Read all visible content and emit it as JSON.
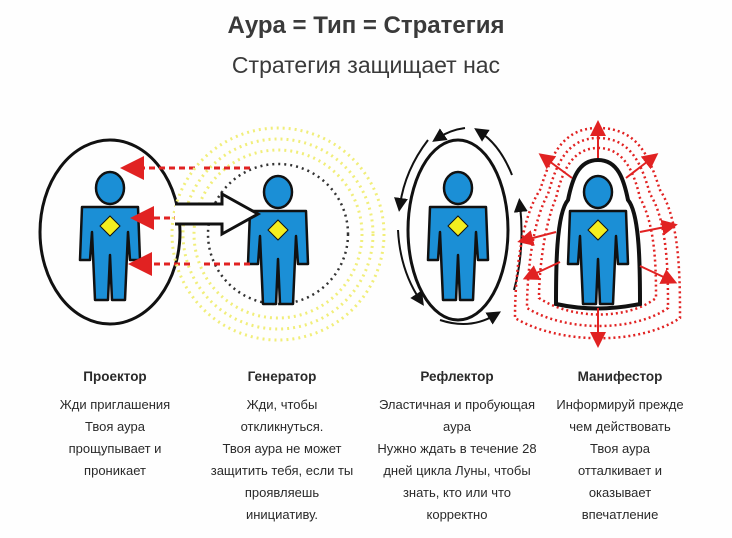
{
  "header": {
    "title": "Аура = Тип = Стратегия",
    "subtitle": "Стратегия защищает нас"
  },
  "types": [
    {
      "name": "Проектор",
      "lines": [
        "Жди приглашения",
        "Твоя аура",
        "прощупывает и",
        "проникает"
      ]
    },
    {
      "name": "Генератор",
      "lines": [
        "Жди, чтобы",
        "откликнуться.",
        "Твоя аура не может",
        "защитить тебя, если ты",
        "проявляешь",
        "инициативу."
      ]
    },
    {
      "name": "Рефлектор",
      "lines": [
        "Эластичная и пробующая",
        "аура",
        "Нужно ждать в течение 28",
        "дней цикла Луны, чтобы",
        "знать, кто или что",
        "корректно"
      ]
    },
    {
      "name": "Манифестор",
      "lines": [
        "Информируй прежде",
        "чем действовать",
        "Твоя аура",
        "отталкивает и",
        "оказывает",
        "впечатление"
      ]
    }
  ],
  "colors": {
    "figure": "#1b8fd6",
    "center": "#f4ee1f",
    "arrow": "#e12222",
    "aura_yellow": "#f1ee7a",
    "outline": "#111111"
  }
}
